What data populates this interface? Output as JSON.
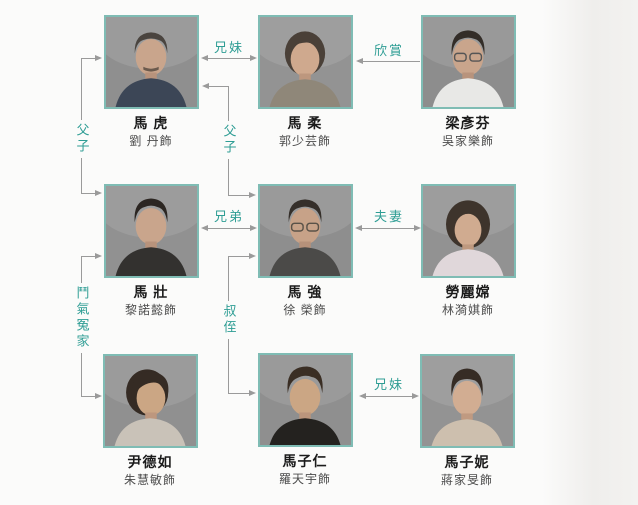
{
  "people": [
    {
      "name": "馬 虎",
      "actor": "劉 丹飾"
    },
    {
      "name": "馬 柔",
      "actor": "郭少芸飾"
    },
    {
      "name": "梁彥芬",
      "actor": "吳家樂飾"
    },
    {
      "name": "馬 壯",
      "actor": "黎諾懿飾"
    },
    {
      "name": "馬 強",
      "actor": "徐 榮飾"
    },
    {
      "name": "勞麗嫦",
      "actor": "林漪娸飾"
    },
    {
      "name": "尹德如",
      "actor": "朱慧敏飾"
    },
    {
      "name": "馬子仁",
      "actor": "羅天宇飾"
    },
    {
      "name": "馬子妮",
      "actor": "蔣家旻飾"
    }
  ],
  "relationships": {
    "siblings_top": "兄妹",
    "admire": "欣賞",
    "father_son_left": "父子",
    "father_son_mid": "父子",
    "brothers": "兄弟",
    "couple": "夫妻",
    "bickering_rivals": "鬥氣冤家",
    "uncle_nephew": "叔侄",
    "siblings_bottom": "兄妹"
  },
  "colors": {
    "label_teal": "#2e9d94",
    "line_gray": "#9a9a9a",
    "photo_border_teal": "#7fbcb4",
    "photo_backdrop_gray": "#909090"
  }
}
